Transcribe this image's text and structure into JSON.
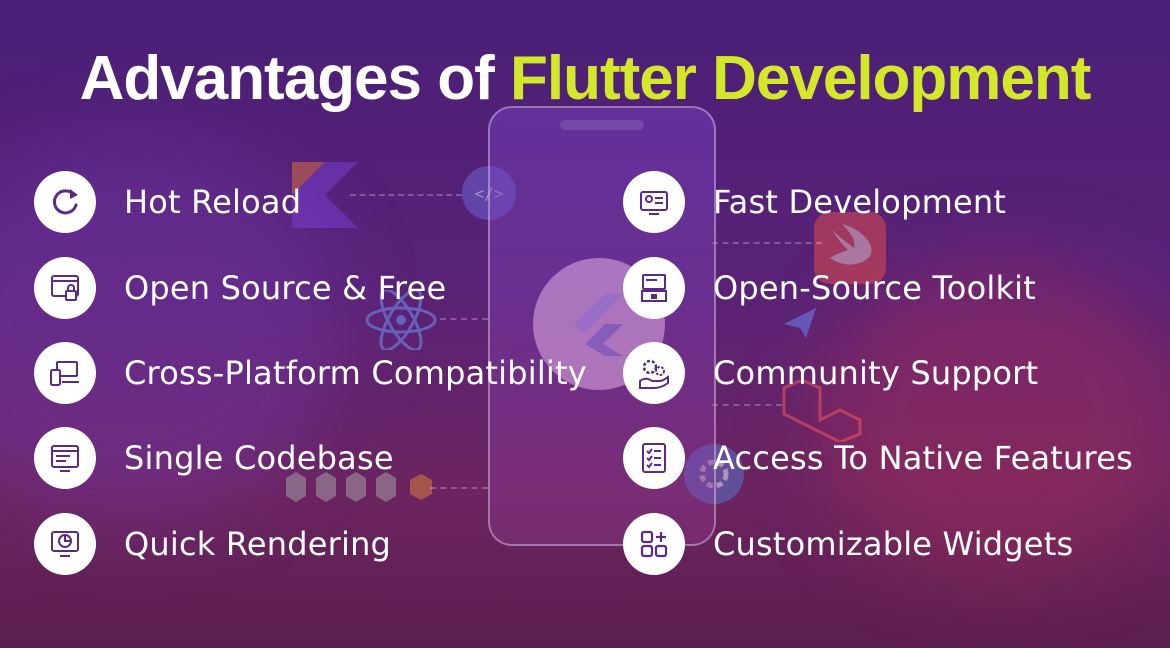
{
  "title": {
    "part1": "Advantages of ",
    "part2": "Flutter Development"
  },
  "colors": {
    "accent": "#d4e82a",
    "text": "#ffffff",
    "icon_stroke": "#5a2a86"
  },
  "left_features": [
    {
      "label": "Hot Reload",
      "icon": "refresh-icon"
    },
    {
      "label": "Open Source & Free",
      "icon": "code-lock-icon"
    },
    {
      "label": "Cross-Platform Compatibility",
      "icon": "devices-icon"
    },
    {
      "label": "Single Codebase",
      "icon": "code-window-icon"
    },
    {
      "label": "Quick Rendering",
      "icon": "monitor-chart-icon"
    }
  ],
  "right_features": [
    {
      "label": "Fast Development",
      "icon": "dev-monitor-icon"
    },
    {
      "label": "Open-Source Toolkit",
      "icon": "toolkit-icon"
    },
    {
      "label": "Community Support",
      "icon": "gear-hand-icon"
    },
    {
      "label": "Access To Native Features",
      "icon": "checklist-icon"
    },
    {
      "label": "Customizable Widgets",
      "icon": "widgets-icon"
    }
  ]
}
